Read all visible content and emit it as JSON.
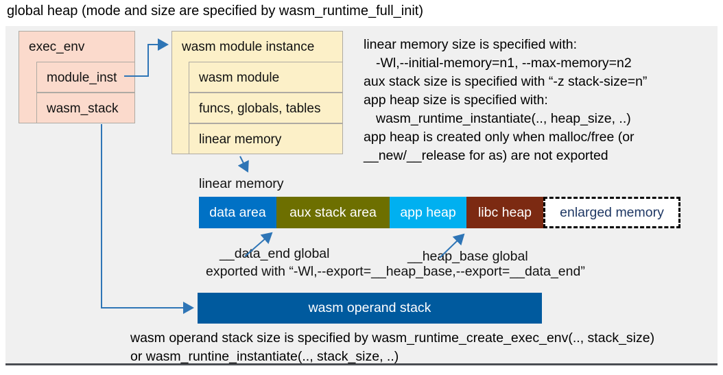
{
  "title": "global heap (mode and size are specified by wasm_runtime_full_init)",
  "exec_env_box": {
    "title": "exec_env",
    "module_inst": "module_inst",
    "wasm_stack": "wasm_stack"
  },
  "module_instance_box": {
    "title": "wasm module instance",
    "rows": [
      "wasm module",
      "funcs, globals, tables",
      "linear memory"
    ]
  },
  "notes_right": {
    "lines": [
      "linear memory size is specified with:",
      "-Wl,--initial-memory=n1, --max-memory=n2",
      "aux stack size is specified with “-z stack-size=n”",
      "app heap size is specified with:",
      "wasm_runtime_instantiate(.., heap_size, ..)",
      "app heap is created only when malloc/free (or",
      "__new/__release for as) are not exported"
    ]
  },
  "linear_memory": {
    "label": "linear memory",
    "segments": [
      {
        "label": "data area",
        "color": "#0071c5"
      },
      {
        "label": "aux stack area",
        "color": "#6d6f00"
      },
      {
        "label": "app heap",
        "color": "#00b0f0"
      },
      {
        "label": "libc heap",
        "color": "#7c2a12"
      },
      {
        "label": "enlarged memory",
        "color": "#ffffff",
        "text_color": "#1f3864",
        "border": "dashed"
      }
    ]
  },
  "annotations": {
    "data_end": "__data_end global",
    "heap_base": "__heap_base global",
    "exported": "exported with “-Wl,--export=__heap_base,--export=__data_end”"
  },
  "operand_stack": {
    "label": "wasm operand stack",
    "color": "#005a9e"
  },
  "notes_bottom": {
    "lines": [
      "wasm operand stack size is specified by wasm_runtime_create_exec_env(.., stack_size)",
      "or wasm_runtine_instantiate(.., stack_size, ..)"
    ]
  },
  "colors": {
    "panel_background": "#f0f0f0",
    "struct_salmon": "#fbdacc",
    "struct_cream": "#fcf0c8",
    "arrow_blue": "#2e75b6",
    "enlarged_text": "#1f3864"
  }
}
